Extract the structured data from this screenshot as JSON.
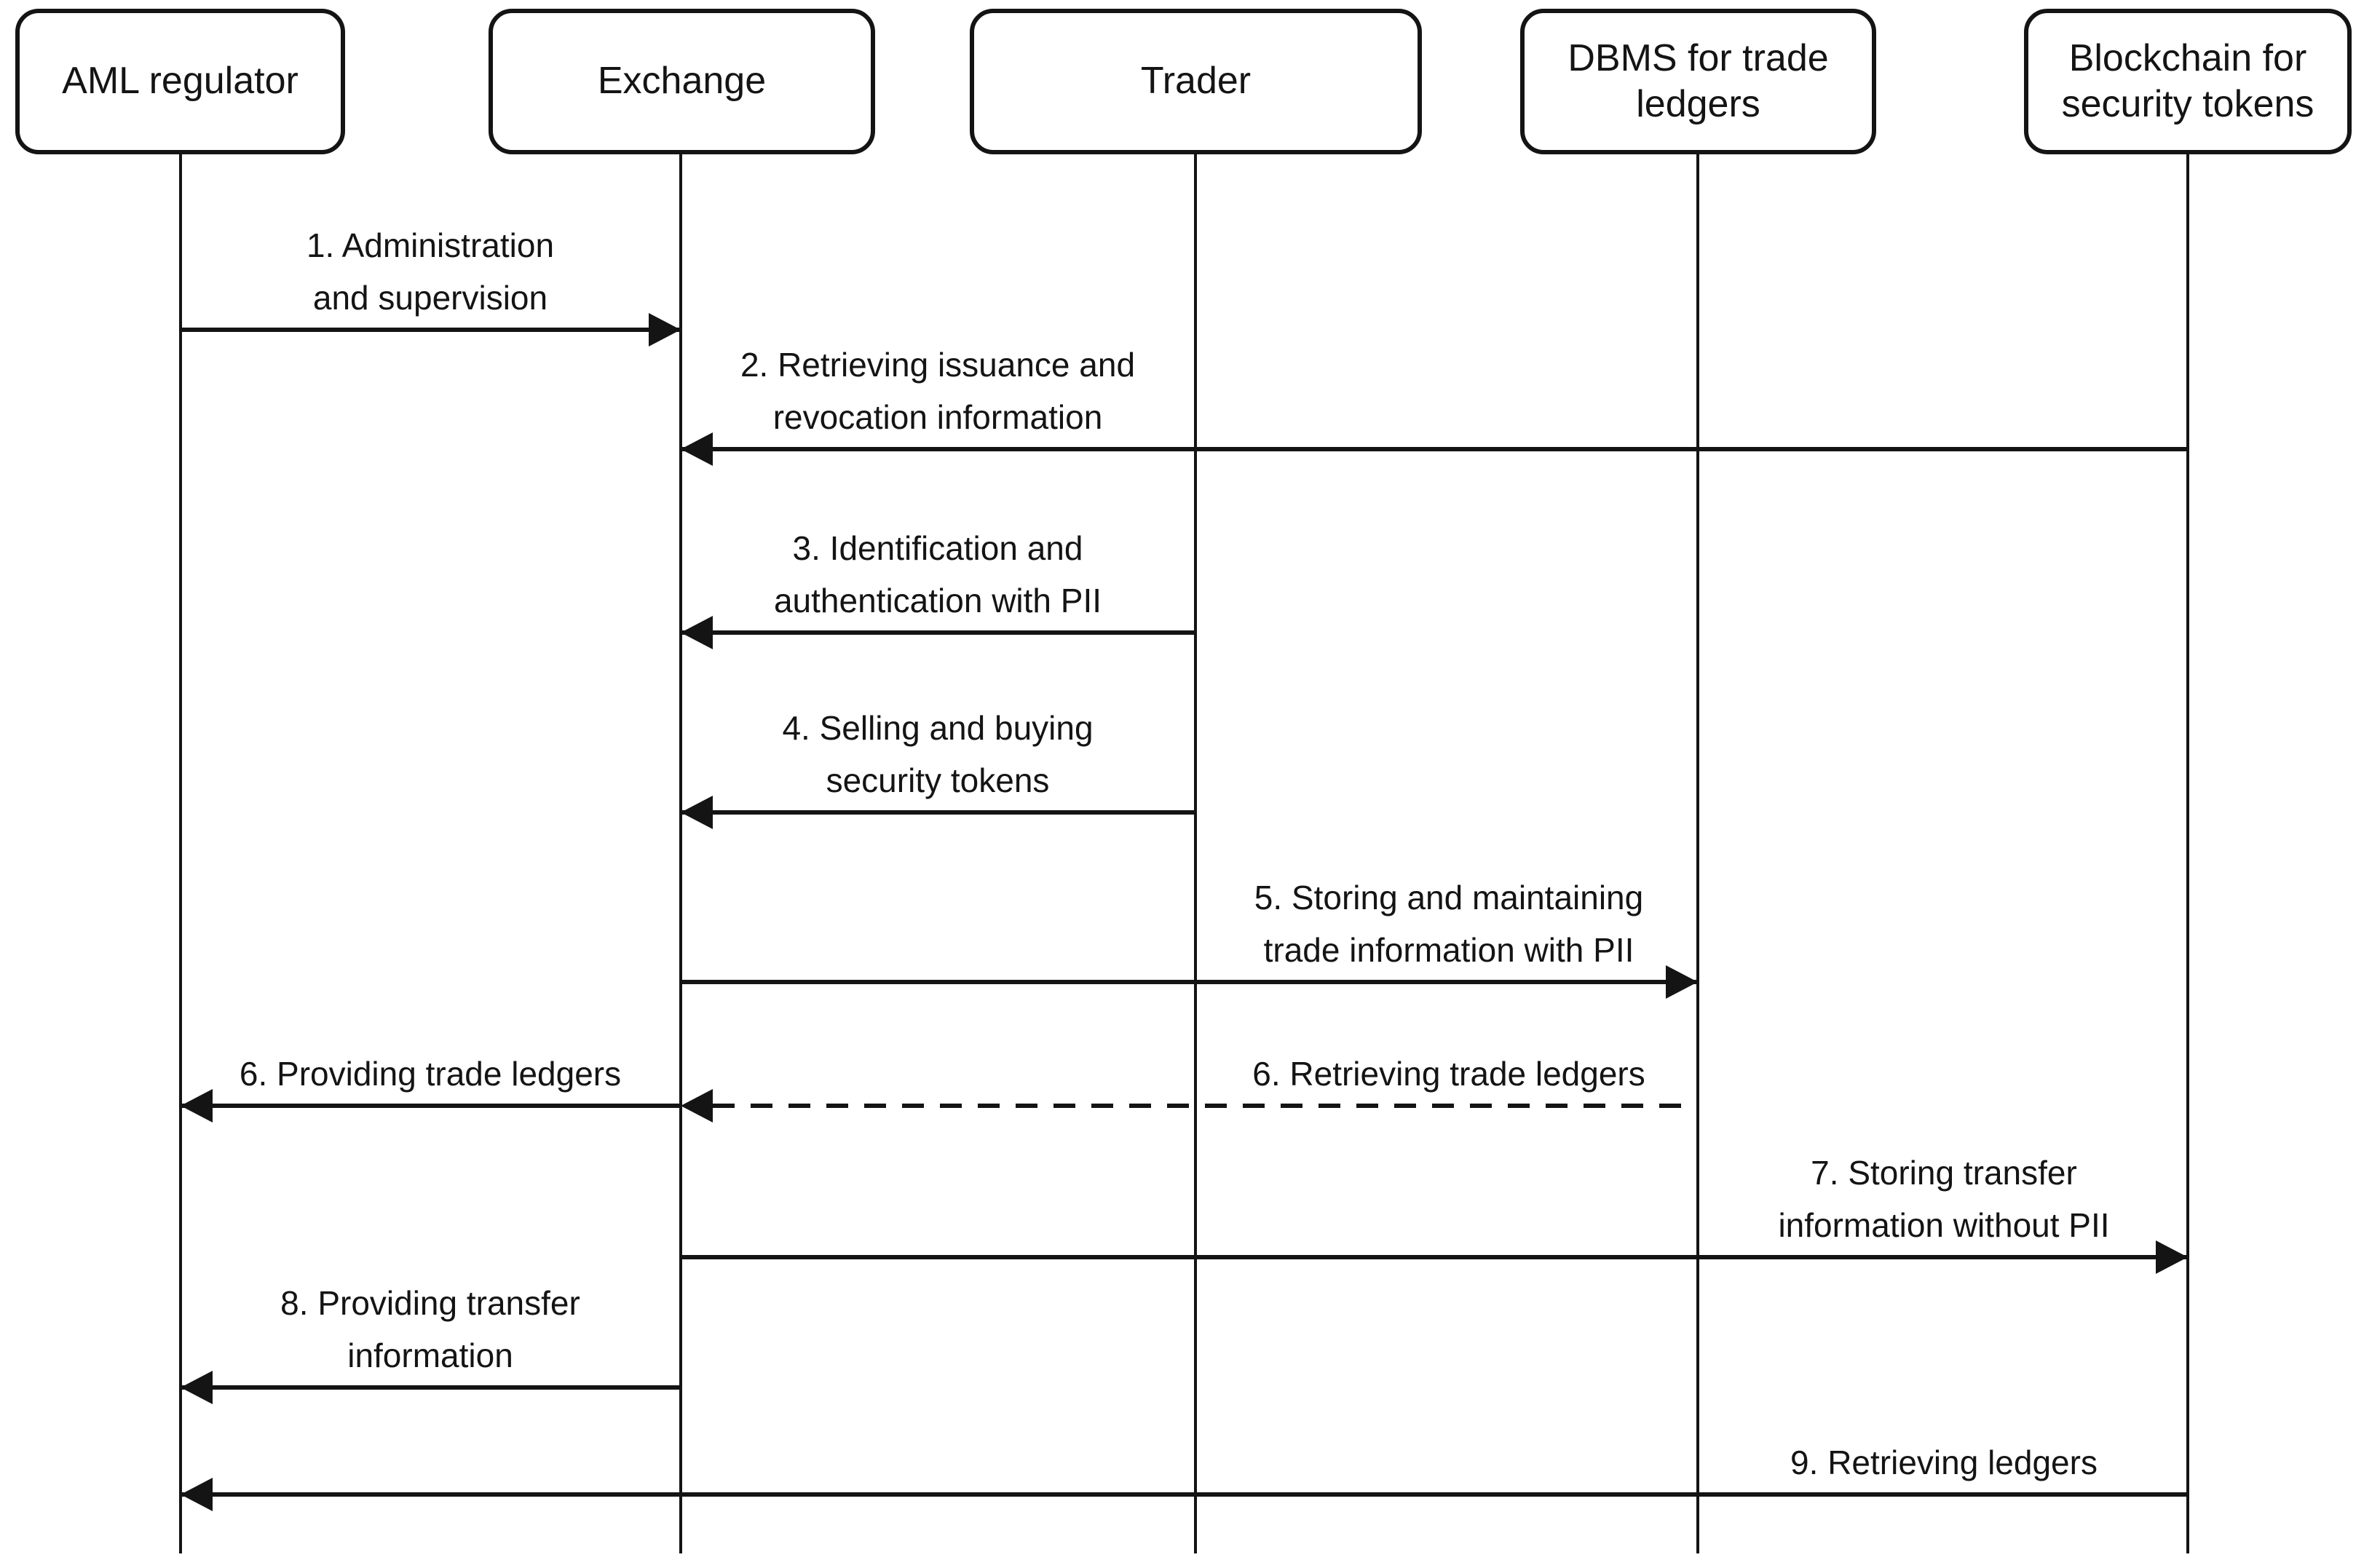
{
  "diagram": {
    "type": "uml-sequence-diagram",
    "background_color": "#ffffff",
    "line_color": "#141414"
  },
  "actors": [
    {
      "id": "aml-regulator",
      "label": "AML regulator"
    },
    {
      "id": "exchange",
      "label": "Exchange"
    },
    {
      "id": "trader",
      "label": "Trader"
    },
    {
      "id": "dbms",
      "label": "DBMS for trade ledgers"
    },
    {
      "id": "blockchain",
      "label": "Blockchain for security tokens"
    }
  ],
  "messages": [
    {
      "number": "1",
      "text": "1. Administration and supervision",
      "lines": [
        "1. Administration",
        "and supervision"
      ],
      "from": "AML regulator",
      "to": "Exchange",
      "line_style": "solid"
    },
    {
      "number": "2",
      "text": "2. Retrieving issuance and revocation information",
      "lines": [
        "2. Retrieving issuance and",
        "revocation information"
      ],
      "from": "Blockchain for security tokens",
      "to": "Exchange",
      "line_style": "solid"
    },
    {
      "number": "3",
      "text": "3. Identification and authentication with PII",
      "lines": [
        "3. Identification and",
        "authentication with PII"
      ],
      "from": "Trader",
      "to": "Exchange",
      "line_style": "solid"
    },
    {
      "number": "4",
      "text": "4. Selling and buying security tokens",
      "lines": [
        "4. Selling and buying",
        "security tokens"
      ],
      "from": "Trader",
      "to": "Exchange",
      "line_style": "solid"
    },
    {
      "number": "5",
      "text": "5. Storing and maintaining trade information with PII",
      "lines": [
        "5. Storing and maintaining",
        "trade information with PII"
      ],
      "from": "Exchange",
      "to": "DBMS for trade ledgers",
      "line_style": "solid"
    },
    {
      "number": "6",
      "text": "6. Providing trade ledgers",
      "lines": [
        "6. Providing trade ledgers"
      ],
      "from": "Exchange",
      "to": "AML regulator",
      "line_style": "solid"
    },
    {
      "number": "6",
      "text": "6. Retrieving trade ledgers",
      "lines": [
        "6. Retrieving trade ledgers"
      ],
      "from": "DBMS for trade ledgers",
      "to": "Exchange",
      "line_style": "dashed"
    },
    {
      "number": "7",
      "text": "7. Storing transfer information without PII",
      "lines": [
        "7. Storing transfer",
        "information without PII"
      ],
      "from": "Exchange",
      "to": "Blockchain for security tokens",
      "line_style": "solid"
    },
    {
      "number": "8",
      "text": "8. Providing transfer information",
      "lines": [
        "8. Providing transfer",
        "information"
      ],
      "from": "Exchange",
      "to": "AML regulator",
      "line_style": "solid"
    },
    {
      "number": "9",
      "text": "9. Retrieving ledgers",
      "lines": [
        "9. Retrieving ledgers"
      ],
      "from": "Blockchain for security tokens",
      "to": "AML regulator",
      "line_style": "solid"
    }
  ]
}
